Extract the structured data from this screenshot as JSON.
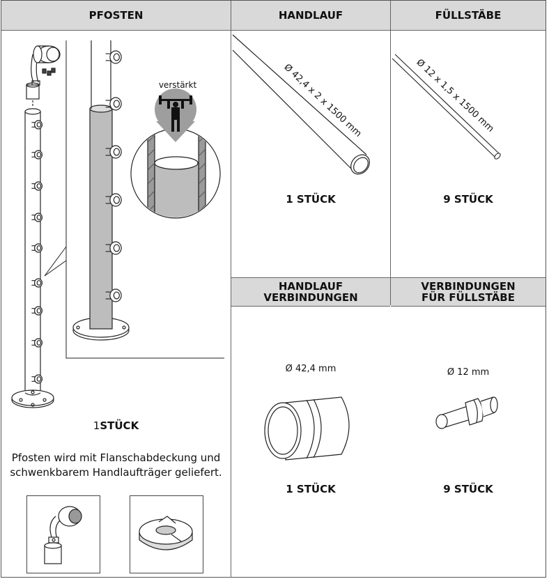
{
  "headers": {
    "pfosten": "PFOSTEN",
    "handlauf": "HANDLAUF",
    "fuellstaebe": "FÜLLSTÄBE",
    "handlauf_verbindungen_1": "HANDLAUF",
    "handlauf_verbindungen_2": "VERBINDUNGEN",
    "verbindungen_fuellstaebe_1": "VERBINDUNGEN",
    "verbindungen_fuellstaebe_2": "FÜR FÜLLSTÄBE"
  },
  "pfosten": {
    "qty_num": "1",
    "qty_word": "STÜCK",
    "note_line1": "Pfosten wird mit Flanschabdeckung und",
    "note_line2": "schwenkbarem Handlaufträger geliefert.",
    "reinforced_label": "verstärkt"
  },
  "handlauf": {
    "dimension": "Ø 42,4 x 2 x 1500 mm",
    "qty": "1 STÜCK"
  },
  "fuellstaebe": {
    "dimension": "Ø 12 x 1,5 x 1500 mm",
    "qty": "9 STÜCK"
  },
  "handlauf_verbindungen": {
    "dimension": "Ø 42,4 mm",
    "qty": "1 STÜCK"
  },
  "verbindungen_fuellstaebe": {
    "dimension": "Ø 12 mm",
    "qty": "9 STÜCK"
  },
  "colors": {
    "header_bg": "#d9d9d9",
    "post_fill": "#bdbdbd",
    "line": "#222222"
  }
}
